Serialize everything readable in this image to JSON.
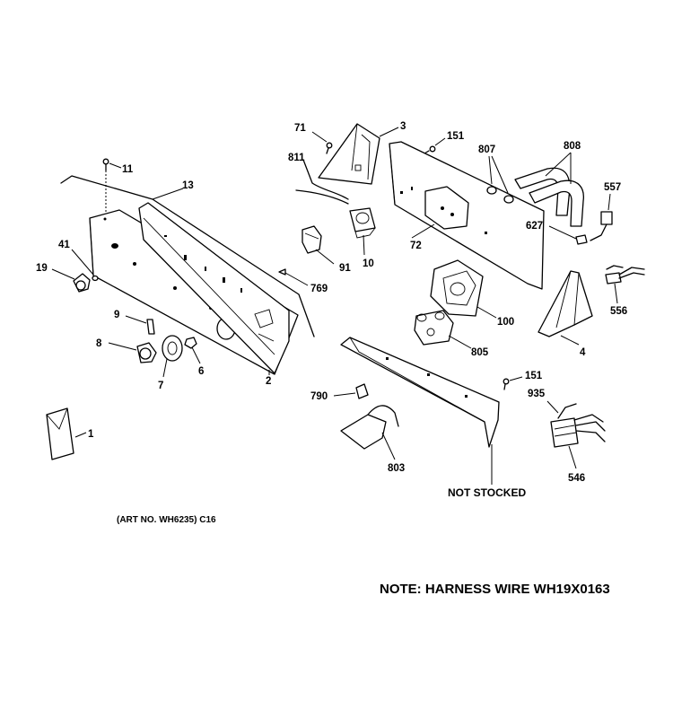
{
  "callouts": {
    "c1": "1",
    "c2": "2",
    "c3": "3",
    "c4": "4",
    "c6": "6",
    "c7": "7",
    "c8": "8",
    "c9": "9",
    "c10": "10",
    "c11": "11",
    "c13": "13",
    "c19": "19",
    "c41": "41",
    "c71": "71",
    "c72": "72",
    "c91": "91",
    "c100": "100",
    "c151a": "151",
    "c151b": "151",
    "c546": "546",
    "c556": "556",
    "c557": "557",
    "c627": "627",
    "c769": "769",
    "c790": "790",
    "c803": "803",
    "c805": "805",
    "c807": "807",
    "c808": "808",
    "c811": "811",
    "c935": "935"
  },
  "labels": {
    "not_stocked": "NOT STOCKED",
    "art_no": "(ART NO. WH6235) C16",
    "harness_note": "NOTE: HARNESS WIRE WH19X0163"
  }
}
